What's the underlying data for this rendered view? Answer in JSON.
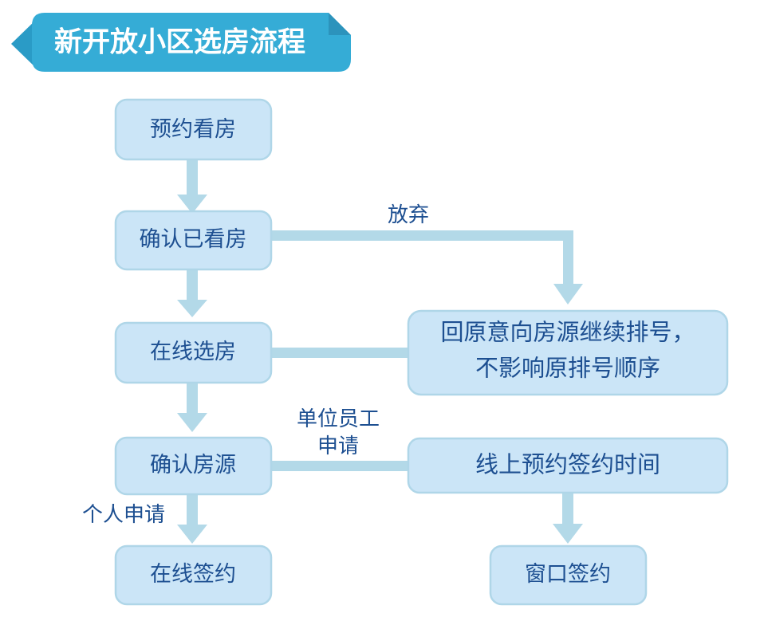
{
  "banner": {
    "title": "新开放小区选房流程",
    "fill": "#35ACD6",
    "fold_fill": "#2C93BC",
    "arrow_fill": "#2A9BC6",
    "text_color": "#FFFFFF"
  },
  "theme": {
    "node_fill": "#CBE5F7",
    "node_stroke": "#AFD6E8",
    "node_text": "#1D4F91",
    "connector": "#B3D9E8",
    "background": "#FFFFFF"
  },
  "nodes": [
    {
      "id": "book-viewing",
      "label": "预约看房"
    },
    {
      "id": "confirm-viewed",
      "label": "确认已看房"
    },
    {
      "id": "online-select",
      "label": "在线选房"
    },
    {
      "id": "confirm-unit",
      "label": "确认房源"
    },
    {
      "id": "online-sign",
      "label": "在线签约"
    },
    {
      "id": "requeue",
      "label_line1": "回原意向房源继续排号，",
      "label_line2": "不影响原排号顺序"
    },
    {
      "id": "book-sign-time",
      "label": "线上预约签约时间"
    },
    {
      "id": "counter-sign",
      "label": "窗口签约"
    }
  ],
  "edge_labels": {
    "abandon": "放弃",
    "employee_apply_line1": "单位员工",
    "employee_apply_line2": "申请",
    "personal_apply": "个人申请"
  }
}
